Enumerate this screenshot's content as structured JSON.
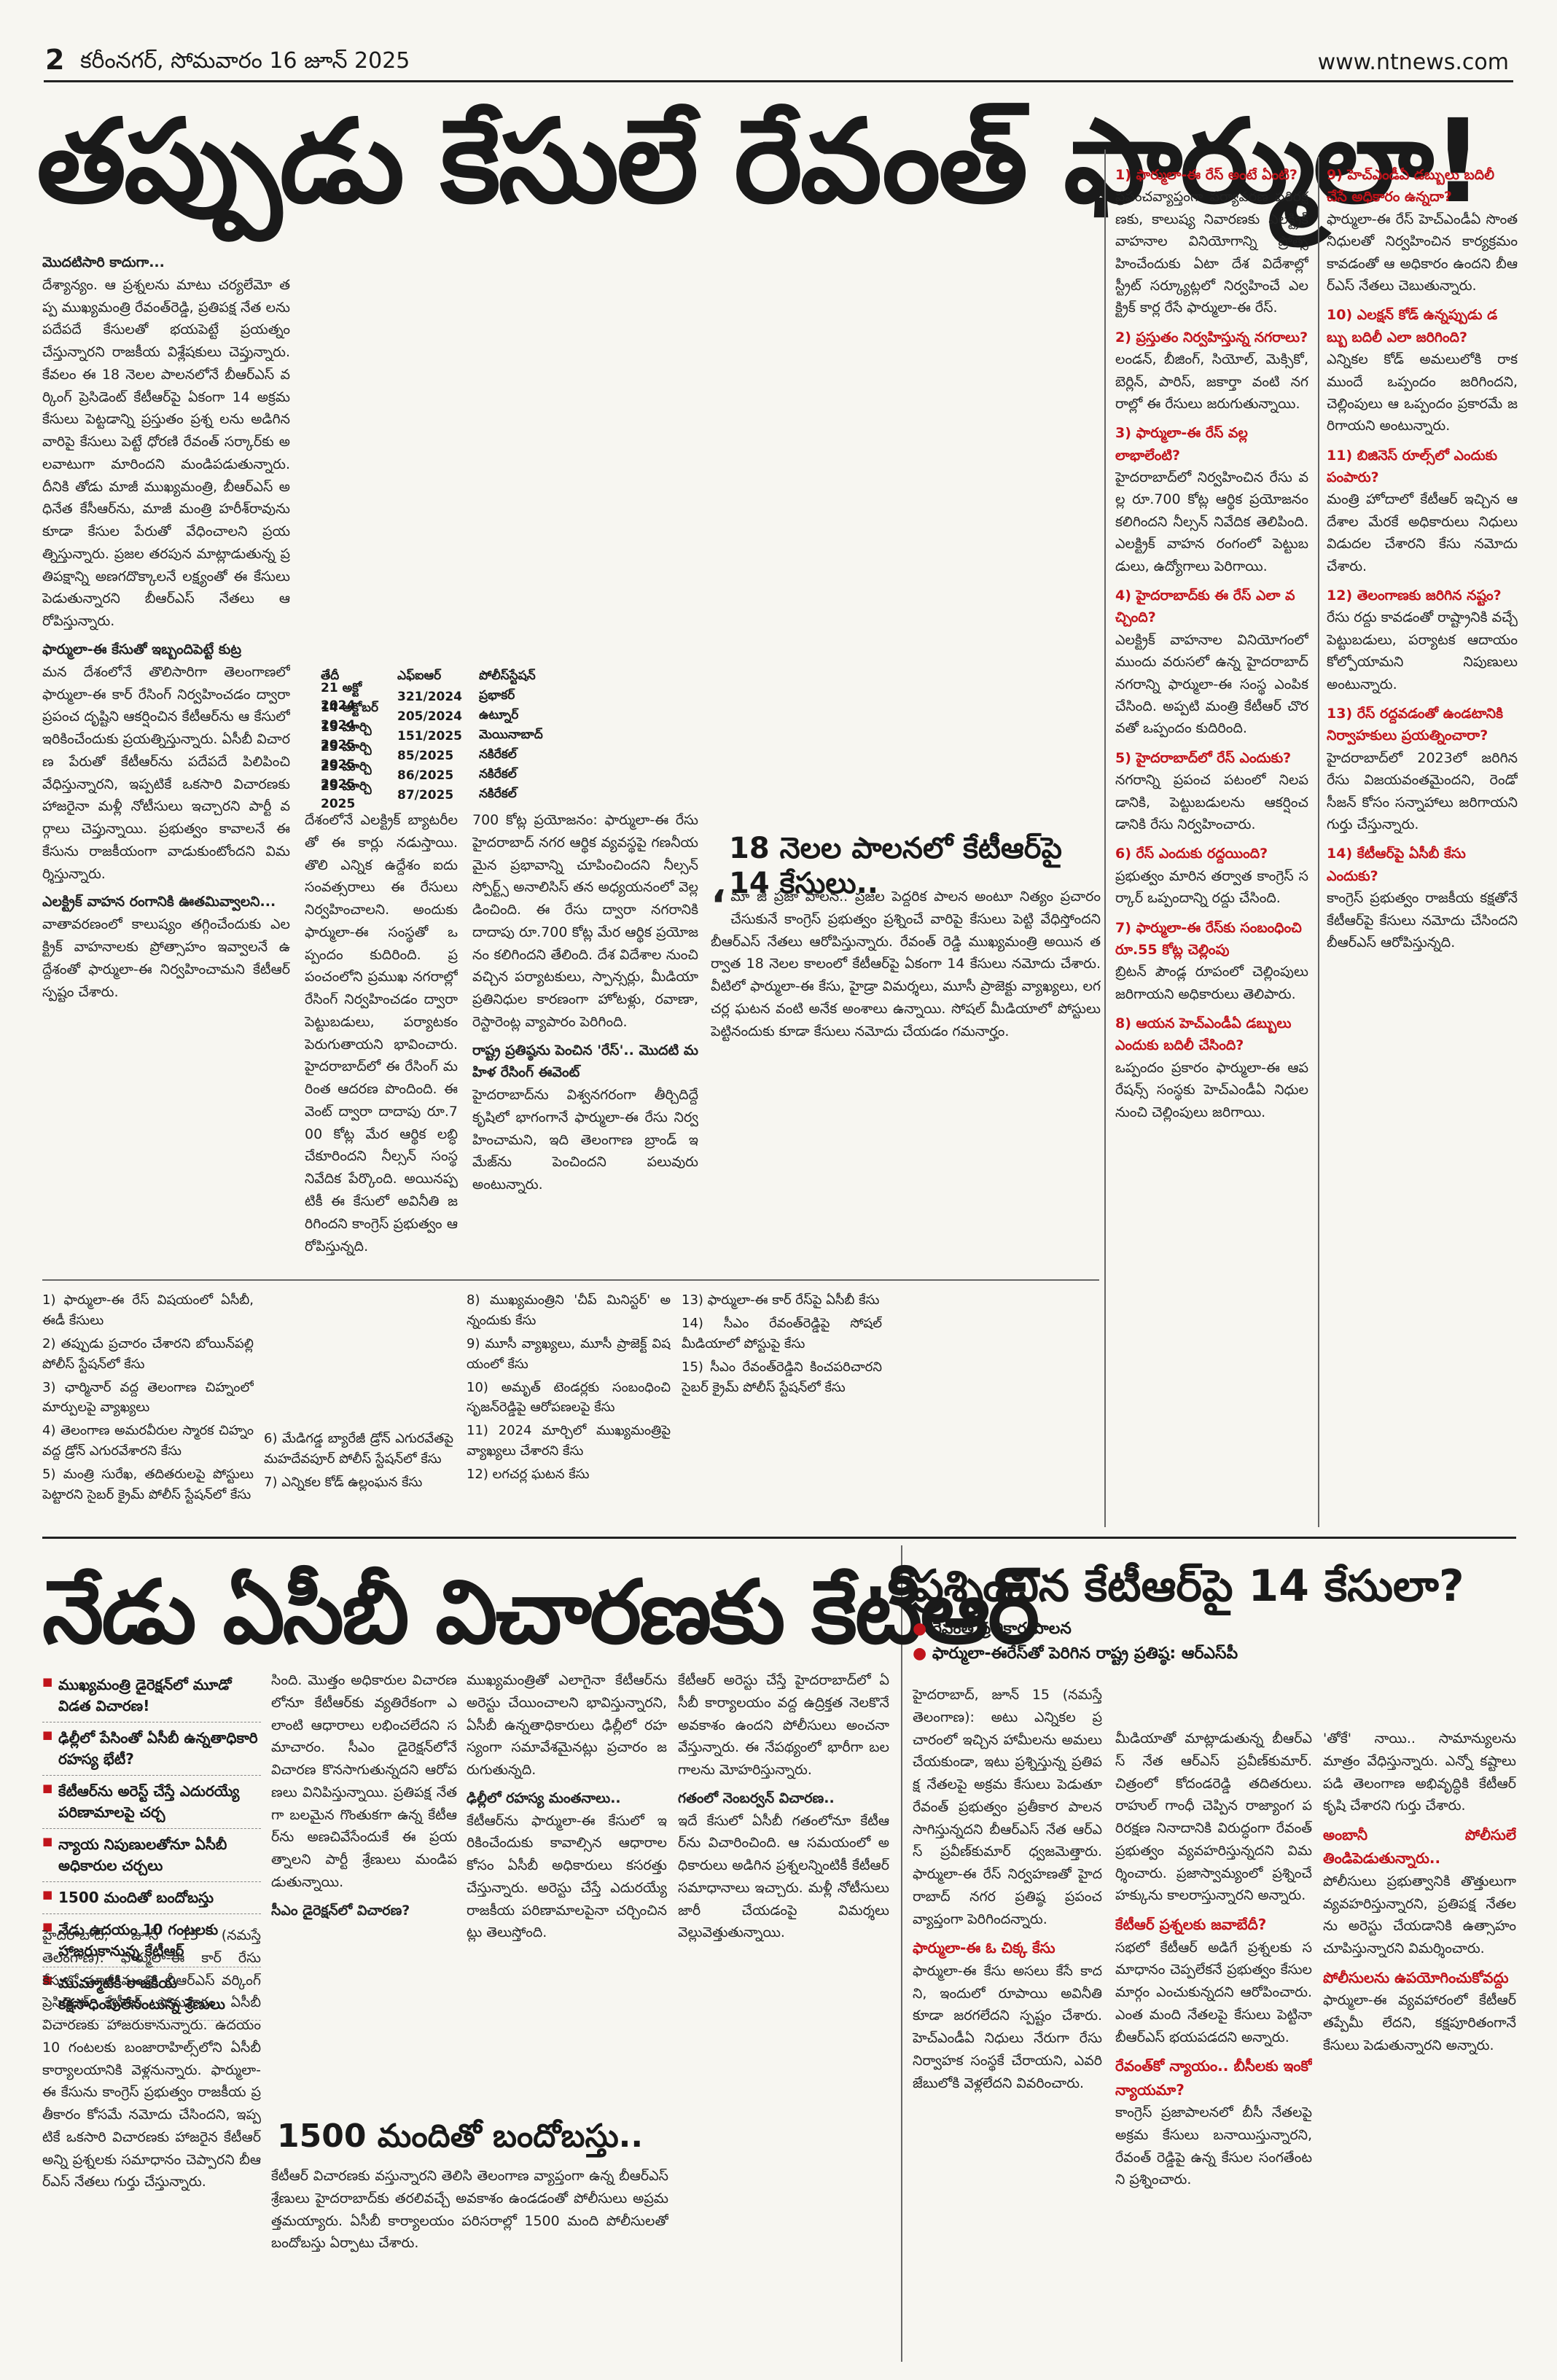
{
  "header": {
    "page_number": "2",
    "masthead": "కరీంనగర్‌, సోమవారం 16 జూన్‌ 2025",
    "website": "www.ntnews.com"
  },
  "top_story": {
    "headline": "తప్పుడు కేసులే రేవంత్‌ ఫార్ములా!",
    "lead_kicker": "మొదటిసారి కాదుగా...",
    "body_col1": "దేశ్యాన్యం. ఆ ప్రశ్నలను మాటు చర్యలేమో తప్ప ముఖ్యమంత్రి రేవంత్‌రెడ్డి, ప్రతిపక్ష నేత లను పదేపదే కేసులతో భయపెట్టే ప్రయత్నం చేస్తున్నారని రాజకీయ విశ్లేషకులు చెప్తున్నారు. కేవలం ఈ 18 నెలల పాలనలోనే బీఆర్‌ఎస్‌ వర్కింగ్‌ ప్రెసిడెంట్‌ కేటీఆర్‌పై ఏకంగా 14 అక్రమ కేసులు పెట్టడాన్ని ప్రస్తుతం ప్రశ్న లను అడిగిన వారిపై కేసులు పెట్టే ధోరణి రేవంత్‌ సర్కార్‌కు అలవాటుగా మారిందని మండిపడుతున్నారు. దీనికి తోడు మాజీ ముఖ్యమంత్రి, బీఆర్‌ఎస్‌ అధినేత కేసీఆర్‌ను, మాజీ మంత్రి హరీశ్‌రావును కూడా కేసుల పేరుతో వేధించాలని ప్రయత్నిస్తున్నారు. ప్రజల తరపున మాట్లాడుతున్న ప్రతిపక్షాన్ని అణగదొక్కాలనే లక్ష్యంతో ఈ కేసులు పెడుతున్నారని బీఆర్‌ఎస్‌ నేతలు ఆరోపిస్తున్నారు.",
    "subhead_col1_a": "ఫార్ములా-ఈ కేసుతో ఇబ్బందిపెట్టే కుట్ర",
    "body_col1_b": "మన దేశంలోనే తొలిసారిగా తెలంగాణలో ఫార్ములా-ఈ కార్‌ రేసింగ్‌ నిర్వహించడం ద్వారా ప్రపంచ దృష్టిని ఆకర్షించిన కేటీఆర్‌ను ఆ కేసులో ఇరికించేందుకు ప్రయత్నిస్తున్నారు. ఏసీబీ విచారణ పేరుతో కేటీఆర్‌ను పదేపదే పిలిపించి వేధిస్తున్నారని, ఇప్పటికే ఒకసారి విచారణకు హాజరైనా మళ్లీ నోటీసులు ఇచ్చారని పార్టీ వర్గాలు చెప్తున్నాయి. ప్రభుత్వం కావాలనే ఈ కేసును రాజకీయంగా వాడుకుంటోందని విమర్శిస్తున్నారు.",
    "subhead_col1_b": "ఎలక్ట్రిక్‌ వాహన రంగానికి ఊతమివ్వాలని...",
    "body_col1_c": "వాతావరణంలో కాలుష్యం తగ్గించేందుకు ఎలక్ట్రిక్‌ వాహనాలకు ప్రోత్సాహం ఇవ్వాలనే ఉద్దేశంతో ఫార్ములా-ఈ నిర్వహించామని కేటీఆర్‌ స్పష్టం చేశారు.",
    "body_col2": "దేశంలోనే ఎలక్ట్రిక్‌ బ్యాటరీలతో ఈ కార్లు నడుస్తాయి. తొలి ఎన్నిక ఉద్దేశం ఐదు సంవత్సరాలు ఈ రేసులు నిర్వహించాలని. అందుకు ఫార్ములా-ఈ సంస్థతో ఒప్పందం కుదిరింది. ప్రపంచంలోని ప్రముఖ నగరాల్లో రేసింగ్‌ నిర్వహించడం ద్వారా పెట్టుబడులు, పర్యాటకం పెరుగుతాయని భావించారు. హైదరాబాద్‌లో ఈ రేసింగ్‌ మరింత ఆదరణ పొందింది. ఈవెంట్‌ ద్వారా దాదాపు రూ.700 కోట్ల మేర ఆర్థిక లబ్ధి చేకూరిందని నీల్సన్‌ సంస్థ నివేదిక పేర్కొంది. అయినప్పటికీ ఈ కేసులో అవినీతి జరిగిందని కాంగ్రెస్‌ ప్రభుత్వం ఆరోపిస్తున్నది.",
    "body_col3": "700 కోట్ల ప్రయోజనం: ఫార్ములా-ఈ రేసు హైదరాబాద్‌ నగర ఆర్థిక వ్యవస్థపై గణనీయమైన ప్రభావాన్ని చూపించిందని నీల్సన్‌ స్పోర్ట్స్‌ అనాలిసిస్‌ తన అధ్యయనంలో వెల్లడించింది. ఈ రేసు ద్వారా నగరానికి దాదాపు రూ.700 కోట్ల మేర ఆర్థిక ప్రయోజనం కలిగిందని తేలింది. దేశ విదేశాల నుంచి వచ్చిన పర్యాటకులు, స్పాన్సర్లు, మీడియా ప్రతినిధుల కారణంగా హోటళ్లు, రవాణా, రెస్టారెంట్ల వ్యాపారం పెరిగింది.",
    "subhead_col3": "రాష్ట్ర ప్రతిష్ఠను పెంచిన 'రేస్‌'.. మొదటి మహిళ రేసింగ్ ఈవెంట్",
    "body_col3_b": "హైదరాబాద్‌ను విశ్వనగరంగా తీర్చిదిద్దే కృషిలో భాగంగానే ఫార్ములా-ఈ రేసు నిర్వహించామని, ఇది తెలంగాణ బ్రాండ్‌ ఇమేజ్‌ను పెంచిందని పలువురు అంటున్నారు.",
    "subhead_18": "18 నెలల పాలనలో కేటీఆర్‌పై 14 కేసులు..",
    "body_18": "మా జీ ప్రజా పాలన.. ప్రజల పెద్దరిక పాలన అంటూ నిత్యం ప్రచారం చేసుకునే కాంగ్రెస్‌ ప్రభుత్వం ప్రశ్నించే వారిపై కేసులు పెట్టి వేధిస్తోందని బీఆర్‌ఎస్‌ నేతలు ఆరోపిస్తున్నారు. రేవంత్‌ రెడ్డి ముఖ్యమంత్రి అయిన తర్వాత 18 నెలల కాలంలో కేటీఆర్‌పై ఏకంగా 14 కేసులు నమోదు చేశారు. వీటిలో ఫార్ములా-ఈ కేసు, హైడ్రా విమర్శలు, మూసీ ప్రాజెక్టు వ్యాఖ్యలు, లగచర్ల ఘటన వంటి అనేక అంశాలు ఉన్నాయి. సోషల్‌ మీడియాలో పోస్టులు పెట్టినందుకు కూడా కేసులు నమోదు చేయడం గమనార్హం."
  },
  "cases_table": {
    "headers": [
      "తేదీ",
      "ఎఫ్‌ఐఆర్‌",
      "పోలీస్‌స్టేషన్‌",
      ""
    ],
    "rows": [
      [
        "21 అక్టో 2024",
        "321/2024",
        "ప్రభాకర్‌",
        ""
      ],
      [
        "14 అక్టోబర్‌ 2024",
        "205/2024",
        "ఉట్నూర్‌",
        ""
      ],
      [
        "15 మార్చి 2025",
        "151/2025",
        "మెయినాబాద్‌",
        ""
      ],
      [
        "25 మార్చి 2025",
        "85/2025",
        "నకిరేకల్‌",
        ""
      ],
      [
        "25 మార్చి 2025",
        "86/2025",
        "నకిరేకల్‌",
        ""
      ],
      [
        "25 మార్చి 2025",
        "87/2025",
        "నకిరేకల్‌",
        ""
      ]
    ]
  },
  "qa_col1": [
    {
      "q": "1) ఫార్ములా-ఈ రేస్‌ అంటే ఏంటి?",
      "a": "ప్రపంచవ్యాప్తంగా పర్యావరణ పరిరక్షణకు, కాలుష్య నివారణకు ఎలక్ట్రిక్‌ వాహనాల వినియోగాన్ని ప్రోత్సహించేందుకు ఏటా దేశ విదేశాల్లో స్ట్రీట్‌ సర్క్యూట్లలో నిర్వహించే ఎలక్ట్రిక్‌ కార్ల రేసే ఫార్ములా-ఈ రేస్‌."
    },
    {
      "q": "2) ప్రస్తుతం నిర్వహిస్తున్న నగరాలు?",
      "a": "లండన్‌, బీజింగ్‌, సియోల్‌, మెక్సికో, బెర్లిన్‌, పారిస్‌, జకార్తా వంటి నగరాల్లో ఈ రేసులు జరుగుతున్నాయి."
    },
    {
      "q": "3) ఫార్ములా-ఈ రేస్‌ వల్ల లాభాలేంటి?",
      "a": "హైదరాబాద్‌లో నిర్వహించిన రేసు వల్ల రూ.700 కోట్ల ఆర్థిక ప్రయోజనం కలిగిందని నీల్సన్‌ నివేదిక తెలిపింది. ఎలక్ట్రిక్‌ వాహన రంగంలో పెట్టుబడులు, ఉద్యోగాలు పెరిగాయి."
    },
    {
      "q": "4) హైదరాబాద్‌కు ఈ రేస్‌ ఎలా వచ్చింది?",
      "a": "ఎలక్ట్రిక్‌ వాహనాల వినియోగంలో ముందు వరుసలో ఉన్న హైదరాబాద్‌ నగరాన్ని ఫార్ములా-ఈ సంస్థ ఎంపిక చేసింది. అప్పటి మంత్రి కేటీఆర్‌ చొరవతో ఒప్పందం కుదిరింది."
    },
    {
      "q": "5) హైదరాబాద్‌లో రేస్‌ ఎందుకు?",
      "a": "నగరాన్ని ప్రపంచ పటంలో నిలపడానికి, పెట్టుబడులను ఆకర్షించడానికి రేసు నిర్వహించారు."
    },
    {
      "q": "6) రేస్‌ ఎందుకు రద్దయింది?",
      "a": "ప్రభుత్వం మారిన తర్వాత కాంగ్రెస్‌ సర్కార్‌ ఒప్పందాన్ని రద్దు చేసింది."
    },
    {
      "q": "7) ఫార్ములా-ఈ రేస్‌కు సంబంధించి రూ.55 కోట్ల చెల్లింపు",
      "a": "బ్రిటన్‌ పౌండ్ల రూపంలో చెల్లింపులు జరిగాయని అధికారులు తెలిపారు."
    },
    {
      "q": "8) ఆయన హెచ్‌ఎండీఏ డబ్బులు ఎందుకు బదిలీ చేసింది?",
      "a": "ఒప్పందం ప్రకారం ఫార్ములా-ఈ ఆపరేషన్స్‌ సంస్థకు హెచ్‌ఎండీఏ నిధుల నుంచి చెల్లింపులు జరిగాయి."
    }
  ],
  "qa_col2": [
    {
      "q": "9) హెచ్‌ఎండీఏ డబ్బులు బదిలీ చేసే అధికారం ఉన్నదా?",
      "a": "ఫార్ములా-ఈ రేస్‌ హెచ్‌ఎండీఏ సొంత నిధులతో నిర్వహించిన కార్యక్రమం కావడంతో ఆ అధికారం ఉందని బీఆర్‌ఎస్‌ నేతలు చెబుతున్నారు."
    },
    {
      "q": "10) ఎలక్షన్‌ కోడ్‌ ఉన్నప్పుడు డబ్బు బదిలీ ఎలా జరిగింది?",
      "a": "ఎన్నికల కోడ్‌ అమలులోకి రాకముందే ఒప్పందం జరిగిందని, చెల్లింపులు ఆ ఒప్పందం ప్రకారమే జరిగాయని అంటున్నారు."
    },
    {
      "q": "11) బిజినెస్ రూల్స్‌లో ఎందుకు పంపారు?",
      "a": "మంత్రి హోదాలో కేటీఆర్‌ ఇచ్చిన ఆదేశాల మేరకే అధికారులు నిధులు విడుదల చేశారని కేసు నమోదు చేశారు."
    },
    {
      "q": "12) తెలంగాణకు జరిగిన నష్టం?",
      "a": "రేసు రద్దు కావడంతో రాష్ట్రానికి వచ్చే పెట్టుబడులు, పర్యాటక ఆదాయం కోల్పోయామని నిపుణులు అంటున్నారు."
    },
    {
      "q": "13) రేస్‌ రద్దవడంతో ఉండటానికి నిర్వాహకులు ప్రయత్నించారా?",
      "a": "హైదరాబాద్‌లో 2023లో జరిగిన రేసు విజయవంతమైందని, రెండో సీజన్‌ కోసం సన్నాహాలు జరిగాయని గుర్తు చేస్తున్నారు."
    },
    {
      "q": "14) కేటీఆర్‌పై ఏసీబీ కేసు ఎందుకు?",
      "a": "కాంగ్రెస్‌ ప్రభుత్వం రాజకీయ కక్షతోనే కేటీఆర్‌పై కేసులు నమోదు చేసిందని బీఆర్‌ఎస్‌ ఆరోపిస్తున్నది."
    }
  ],
  "case_list_col1": [
    "1) ఫార్ములా-ఈ రేస్‌ విషయంలో ఏసీబీ, ఈడీ కేసులు",
    "2) తప్పుడు ప్రచారం చేశారని బోయిన్‌పల్లి పోలీస్‌ స్టేషన్‌లో కేసు",
    "3) ఛార్మినార్‌ వద్ద తెలంగాణ చిహ్నంలో మార్పులపై వ్యాఖ్యలు",
    "4) తెలంగాణ అమరవీరుల స్మారక చిహ్నం వద్ద డ్రోన్‌ ఎగురవేశారని కేసు",
    "5) మంత్రి సురేఖ, తదితరులపై పోస్టులు పెట్టారని సైబర్‌ క్రైమ్‌ పోలీస్‌ స్టేషన్‌లో కేసు"
  ],
  "case_list_col2": [
    "6) మేడిగడ్డ బ్యారేజీ డ్రోన్‌ ఎగురవేతపై మహదేవపూర్‌ పోలీస్‌ స్టేషన్‌లో కేసు",
    "7) ఎన్నికల కోడ్‌ ఉల్లంఘన కేసు"
  ],
  "case_list_col3": [
    "8) ముఖ్యమంత్రిని 'చీప్‌ మినిస్టర్‌' అన్నందుకు కేసు",
    "9) మూసీ వ్యాఖ్యలు, మూసీ ప్రాజెక్ట్‌ విషయంలో కేసు",
    "10) అమృత్‌ టెండర్లకు సంబంధించి సృజన్‌రెడ్డిపై ఆరోపణలపై కేసు",
    "11) 2024 మార్చిలో ముఖ్యమంత్రిపై వ్యాఖ్యలు చేశారని కేసు",
    "12) లగచర్ల ఘటన కేసు"
  ],
  "case_list_col4": [
    "13) ఫార్ములా-ఈ కార్‌ రేస్‌పై ఏసీబీ కేసు",
    "14) సీఎం రేవంత్‌రెడ్డిపై సోషల్‌ మీడియాలో పోస్టుపై కేసు",
    "15) సీఎం రేవంత్‌రెడ్డిని కించపరిచారని సైబర్‌ క్రైమ్‌ పోలీస్‌ స్టేషన్‌లో కేసు"
  ],
  "bottom_left": {
    "headline": "నేడు ఏసీబీ విచారణకు కేటీఆర్‌",
    "bullets": [
      "ముఖ్యమంత్రి డైరెక్షన్‌లో మూడో విడత విచారణ!",
      "ఢిల్లీలో పేసింతో ఏసీబీ ఉన్నతాధికారి రహస్య భేటీ?",
      "కేటీఆర్‌ను అరెస్ట్‌ చేస్తే ఎదురయ్యే పరిణామాలపై చర్చ",
      "న్యాయ నిపుణులతోనూ ఏసీబీ అధికారుల చర్చలు",
      "1500 మందితో బందోబస్తు",
      "నేడు ఉదయం 10 గంటలకు హాజరుకానున్న కేటీఆర్‌",
      "ముమ్మాటికీ రాజకీయ కక్షసాధింపులేనంటున్న శ్రేణులు"
    ],
    "body_col1": "హైదరాబాద్‌, జూన్‌ 15 (నమస్తే తెలంగాణ): ఫార్ములా-ఈ కార్‌ రేసు కేసులో మాజీ మంత్రి, బీఆర్‌ఎస్‌ వర్కింగ్‌ ప్రెసిడెంట్‌ కేటీఆర్‌ సోమవారం ఏసీబీ విచారణకు హాజరుకానున్నారు. ఉదయం 10 గంటలకు బంజారాహిల్స్‌లోని ఏసీబీ కార్యాలయానికి వెళ్లనున్నారు. ఫార్ములా-ఈ కేసును కాంగ్రెస్‌ ప్రభుత్వం రాజకీయ ప్రతీకారం కోసమే నమోదు చేసిందని, ఇప్పటికే ఒకసారి విచారణకు హాజరైన కేటీఆర్‌ అన్ని ప్రశ్నలకు సమాధానం చెప్పారని బీఆర్‌ఎస్‌ నేతలు గుర్తు చేస్తున్నారు.",
    "body_col2": "సింది. మొత్తం అధికారుల విచారణలోనూ కేటీఆర్‌కు వ్యతిరేకంగా ఎలాంటి ఆధారాలు లభించలేదని సమాచారం. సీఎం డైరెక్షన్‌లోనే విచారణ కొనసాగుతున్నదని ఆరోపణలు వినిపిస్తున్నాయి. ప్రతిపక్ష నేతగా బలమైన గొంతుకగా ఉన్న కేటీఆర్‌ను అణచివేసేందుకే ఈ ప్రయత్నాలని పార్టీ శ్రేణులు మండిపడుతున్నాయి.",
    "subhead_col2": "సీఎం డైరెక్షన్‌లో విచారణ?",
    "body_col3": "ముఖ్యమంత్రితో ఎలాగైనా కేటీఆర్‌ను అరెస్టు చేయించాలని భావిస్తున్నారని, ఏసీబీ ఉన్నతాధికారులు ఢిల్లీలో రహస్యంగా సమావేశమైనట్లు ప్రచారం జరుగుతున్నది.",
    "subhead_col3": "ఢిల్లీలో రహస్య మంతనాలు..",
    "body_col3_b": "కేటీఆర్‌ను ఫార్ములా-ఈ కేసులో ఇరికించేందుకు కావాల్సిన ఆధారాల కోసం ఏసీబీ అధికారులు కసరత్తు చేస్తున్నారు. అరెస్టు చేస్తే ఎదురయ్యే రాజకీయ పరిణామాలపైనా చర్చించినట్లు తెలుస్తోంది.",
    "body_col4": "కేటీఆర్‌ అరెస్టు చేస్తే హైదరాబాద్‌లో ఏసీబీ కార్యాలయం వద్ద ఉద్రిక్తత నెలకొనే అవకాశం ఉందని పోలీసులు అంచనా వేస్తున్నారు. ఈ నేపథ్యంలో భారీగా బలగాలను మోహరిస్తున్నారు.",
    "subhead_col4": "గతంలో నెంబర్వన్‌ విచారణ..",
    "body_col4_b": "ఇదే కేసులో ఏసీబీ గతంలోనూ కేటీఆర్‌ను విచారించింది. ఆ సమయంలో అధికారులు అడిగిన ప్రశ్నలన్నింటికీ కేటీఆర్‌ సమాధానాలు ఇచ్చారు. మళ్లీ నోటీసులు జారీ చేయడంపై విమర్శలు వెల్లువెత్తుతున్నాయి.",
    "headline_1500": "1500 మందితో బందోబస్తు..",
    "body_1500": "కేటీఆర్‌ విచారణకు వస్తున్నారని తెలిసి తెలంగాణ వ్యాప్తంగా ఉన్న బీఆర్‌ఎస్‌ శ్రేణులు హైదరాబాద్‌కు తరలివచ్చే అవకాశం ఉండడంతో పోలీసులు అప్రమత్తమయ్యారు. ఏసీబీ కార్యాలయం పరిసరాల్లో 1500 మంది పోలీసులతో బందోబస్తు ఏర్పాటు చేశారు."
  },
  "bottom_right": {
    "headline": "ప్రశ్నించిన కేటీఆర్‌పై 14 కేసులా?",
    "points": [
      "రేవంత్‌ ప్రతీకార పాలన",
      "ఫార్ములా-ఈరేస్‌తో పెరిగిన రాష్ట్ర ప్రతిష్ఠ: ఆర్‌ఎస్‌పీ"
    ],
    "body_col1": "హైదరాబాద్‌, జూన్‌ 15 (నమస్తే తెలంగాణ): అటు ఎన్నికల ప్రచారంలో ఇచ్చిన హామీలను అమలు చేయకుండా, ఇటు ప్రశ్నిస్తున్న ప్రతిపక్ష నేతలపై అక్రమ కేసులు పెడుతూ రేవంత్‌ ప్రభుత్వం ప్రతీకార పాలన సాగిస్తున్నదని బీఆర్‌ఎస్‌ నేత ఆర్‌ఎస్‌ ప్రవీణ్‌కుమార్‌ ధ్వజమెత్తారు. ఫార్ములా-ఈ రేస్‌ నిర్వహణతో హైదరాబాద్‌ నగర ప్రతిష్ఠ ప్రపంచవ్యాప్తంగా పెరిగిందన్నారు.",
    "subhead_col1": "ఫార్ములా-ఈ ఓ చిక్క కేసు",
    "body_col1_b": "ఫార్ములా-ఈ కేసు అసలు కేసే కాదని, ఇందులో రూపాయి అవినీతి కూడా జరగలేదని స్పష్టం చేశారు. హెచ్‌ఎండీఏ నిధులు నేరుగా రేసు నిర్వాహక సంస్థకే చేరాయని, ఎవరి జేబులోకి వెళ్లలేదని వివరించారు.",
    "body_col2": "మీడియాతో మాట్లాడుతున్న బీఆర్‌ఎస్‌ నేత ఆర్‌ఎస్‌ ప్రవీణ్‌కుమార్‌. చిత్రంలో కోదండరెడ్డి తదితరులు. రాహుల్‌ గాంధీ చెప్పిన రాజ్యాంగ పరిరక్షణ నినాదానికి విరుద్ధంగా రేవంత్‌ ప్రభుత్వం వ్యవహరిస్తున్నదని విమర్శించారు. ప్రజాస్వామ్యంలో ప్రశ్నించే హక్కును కాలరాస్తున్నారని అన్నారు.",
    "subhead_col2": "కేటీఆర్‌ ప్రశ్నలకు జవాబేదీ?",
    "body_col2_b": "సభలో కేటీఆర్‌ అడిగే ప్రశ్నలకు సమాధానం చెప్పలేకనే ప్రభుత్వం కేసుల మార్గం ఎంచుకున్నదని ఆరోపించారు. ఎంత మంది నేతలపై కేసులు పెట్టినా బీఆర్‌ఎస్‌ భయపడదని అన్నారు.",
    "subhead_col2_b": "రేవంత్‌కో న్యాయం.. బీసీలకు ఇంకో న్యాయమా?",
    "body_col2_c": "కాంగ్రెస్‌ ప్రజాపాలనలో బీసీ నేతలపై అక్రమ కేసులు బనాయిస్తున్నారని, రేవంత్‌ రెడ్డిపై ఉన్న కేసుల సంగతేంటని ప్రశ్నించారు.",
    "body_col3": "'తోకే' నాయి.. సామాన్యులను మాత్రం వేధిస్తున్నారు. ఎన్నో కష్టాలు పడి తెలంగాణ అభివృద్ధికి కేటీఆర్‌ కృషి చేశారని గుర్తు చేశారు.",
    "subhead_col3": "అంబానీ పోలీసులే తిండిపెడుతున్నారు..",
    "body_col3_b": "పోలీసులు ప్రభుత్వానికి తొత్తులుగా వ్యవహరిస్తున్నారని, ప్రతిపక్ష నేతలను అరెస్టు చేయడానికి ఉత్సాహం చూపిస్తున్నారని విమర్శించారు.",
    "subhead_col3_b": "పోలీసులను ఉపయోగించుకోవద్దు",
    "body_col3_c": "ఫార్ములా-ఈ వ్యవహారంలో కేటీఆర్‌ తప్పేమీ లేదని, కక్షపూరితంగానే కేసులు పెడుతున్నారని అన్నారు."
  }
}
